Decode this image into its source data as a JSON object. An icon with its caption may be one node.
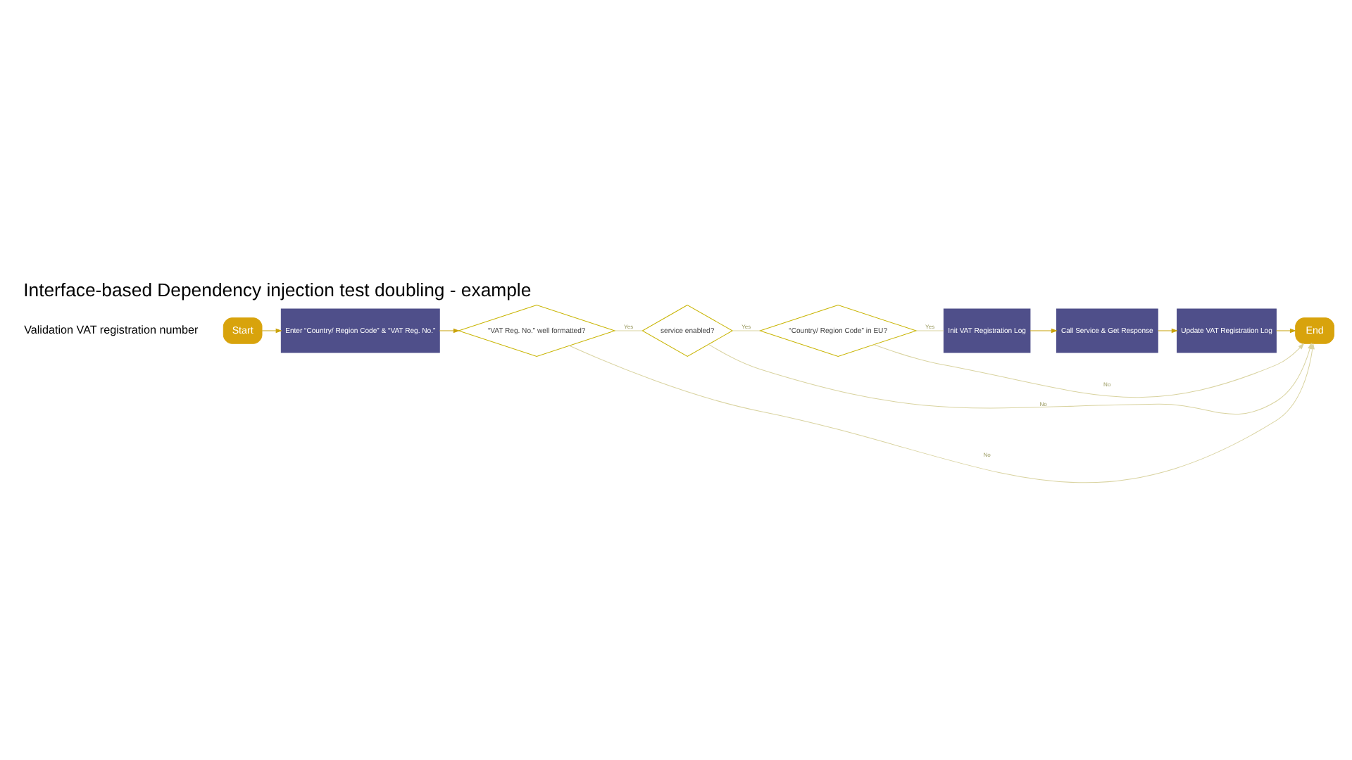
{
  "diagram": {
    "title": "Interface-based Dependency injection test doubling - example",
    "nodes": [
      {
        "text": [
          "Start"
        ]
      },
      {
        "text": [
          "Enter “Country/ Region Code” & “VAT Reg. No.”"
        ]
      },
      {
        "text": [
          "“VAT Reg. No.” well formatted?"
        ]
      },
      {
        "text": [
          "service enabled?"
        ]
      },
      {
        "text": [
          "“Country/ Region Code” in EU?"
        ]
      },
      {
        "text": [
          "Init VAT Registration Log"
        ]
      },
      {
        "text": [
          "Call Service & Get Response"
        ]
      },
      {
        "text": [
          "Update VAT Registration Log"
        ]
      },
      {
        "text": [
          "End"
        ]
      }
    ],
    "edges": [
      {
        "from": 0,
        "to": 1,
        "arrow": "to",
        "color": "#c9a20a"
      },
      {
        "from": 1,
        "to": 2,
        "arrow": "to",
        "color": "#c9a20a"
      },
      {
        "from": 2,
        "to": 3,
        "arrow": "none",
        "label": "Yes"
      },
      {
        "from": 3,
        "to": 4,
        "arrow": "none",
        "label": "Yes"
      },
      {
        "from": 4,
        "to": 5,
        "arrow": "none",
        "label": "Yes"
      },
      {
        "from": 5,
        "to": 6,
        "arrow": "to",
        "color": "#c9a20a"
      },
      {
        "from": 6,
        "to": 7,
        "arrow": "to",
        "color": "#c9a20a"
      },
      {
        "from": 7,
        "to": 8,
        "arrow": "to",
        "color": "#c9a20a"
      },
      {
        "from": 2,
        "to": 8,
        "arrow": "to",
        "label": "No"
      },
      {
        "from": 3,
        "to": 8,
        "arrow": "to",
        "label": "No"
      },
      {
        "from": 4,
        "to": 8,
        "arrow": "to",
        "label": "No"
      }
    ],
    "labels": [
      "Validation VAT registration number"
    ]
  }
}
